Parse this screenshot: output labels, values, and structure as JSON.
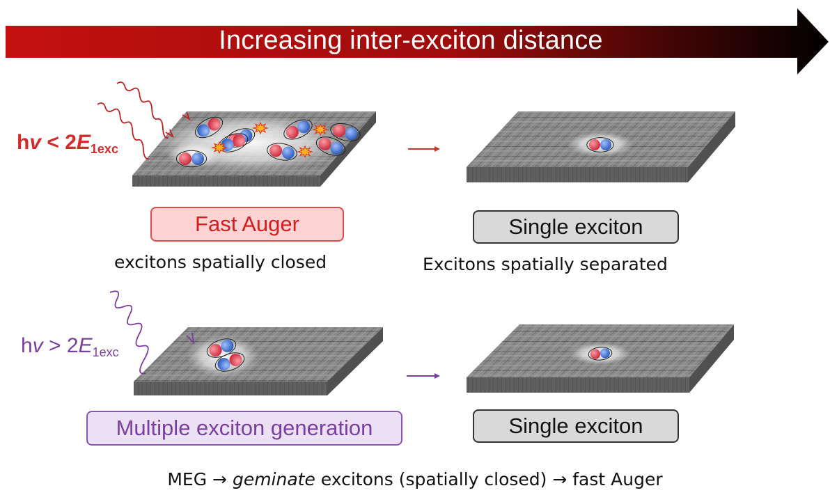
{
  "banner": {
    "text": "Increasing inter-exciton distance",
    "color_start": "#c41010",
    "color_end": "#000000"
  },
  "rows": [
    {
      "photon_label": {
        "prefix": "h",
        "nu": "v",
        "relation": " < 2",
        "E": "E",
        "sub": "1exc"
      },
      "photon_color": "#d22b2b",
      "left_box": "Fast Auger",
      "left_caption": "excitons spatially closed",
      "right_box": "Single exciton",
      "right_caption": "Excitons spatially separated",
      "arrow_color": "#c0392b"
    },
    {
      "photon_label": {
        "prefix": "h",
        "nu": "v",
        "relation": " > 2",
        "E": "E",
        "sub": "1exc"
      },
      "photon_color": "#7a3ea0",
      "left_box": "Multiple exciton generation",
      "right_box": "Single exciton",
      "arrow_color": "#7a3ea0"
    }
  ],
  "bottom": {
    "part1": "MEG ",
    "arrow": "→",
    "italic": "geminate",
    "part2": " excitons (spatially closed) ",
    "part3": " fast Auger"
  },
  "colors": {
    "hole": "#e05060",
    "electron": "#4a7fd4",
    "slab_top": "#8c8c8c",
    "slab_side": "#5a5a5a",
    "burst": "#ffb020"
  }
}
